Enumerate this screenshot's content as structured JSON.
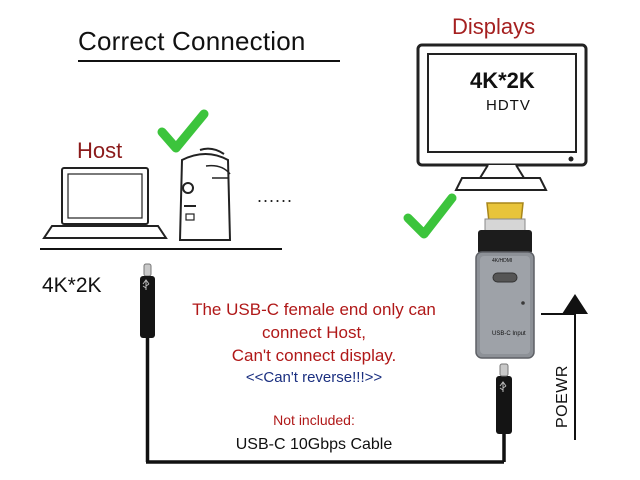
{
  "title": "Correct Connection",
  "labels": {
    "displays": "Displays",
    "host": "Host",
    "monitor_resolution": "4K*2K",
    "monitor_type": "HDTV",
    "cable_resolution": "4K*2K",
    "ellipsis": "......",
    "adapter_hd": "4K/HDMI",
    "adapter_input": "USB-C Input",
    "power": "POEWR"
  },
  "warning": {
    "line1": "The USB-C female end only can",
    "line2": "connect Host,",
    "line3": "Can't connect display.",
    "reverse_note": "<<Can't reverse!!!>>"
  },
  "cable_note": {
    "not_included": "Not included:",
    "spec": "USB-C 10Gbps Cable"
  },
  "colors": {
    "title": "#111111",
    "warning_red": "#b01818",
    "note_blue": "#1a2f80",
    "check_green": "#3cc43c",
    "adapter_gray": "#8d9197",
    "hdmi_gold": "#e8c43a"
  },
  "icons": [
    "laptop-icon",
    "desktop-tower-icon",
    "monitor-icon",
    "checkmark-icon",
    "usb-c-plug-icon",
    "hdmi-adapter-icon",
    "arrow-up-icon"
  ]
}
